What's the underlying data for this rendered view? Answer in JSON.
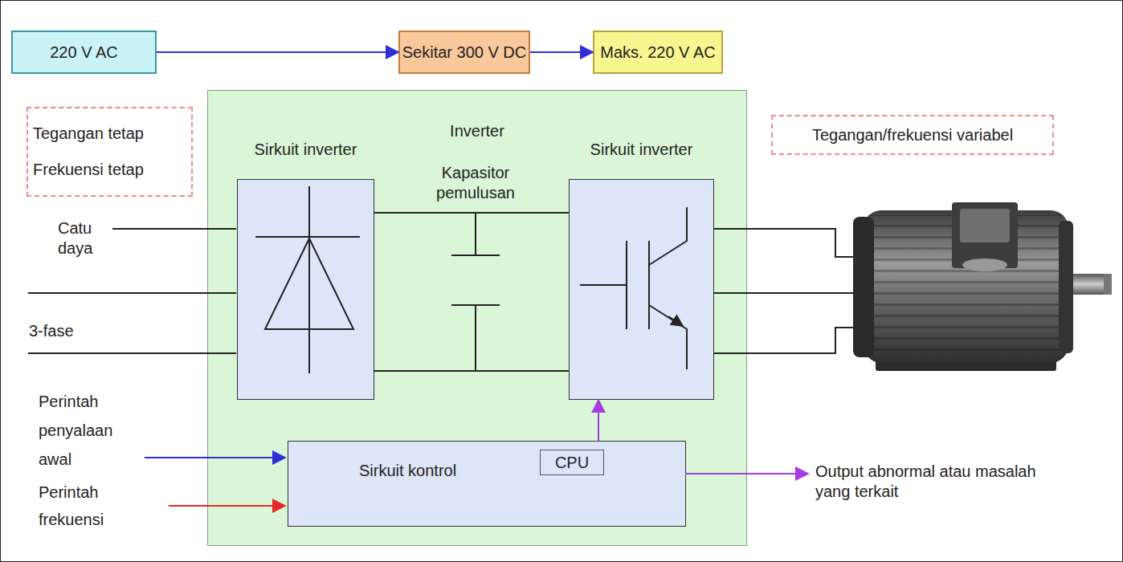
{
  "diagram": {
    "nodes": [
      {
        "text": [
          "220 V AC"
        ]
      },
      {
        "text": [
          "Sekitar 300 V DC"
        ]
      },
      {
        "text": [
          "Maks. 220 V AC"
        ]
      },
      {
        "text": [
          "Tegangan tetap",
          "Frekuensi tetap"
        ]
      },
      {
        "text": [
          "Inverter"
        ]
      },
      {
        "text": [
          "Sirkuit inverter"
        ],
        "in": 4
      },
      {
        "text": [
          "Sirkuit inverter"
        ],
        "in": 4
      },
      {
        "text": [
          "Sirkuit kontrol"
        ],
        "in": 4
      },
      {
        "text": [
          "CPU"
        ],
        "in": 7
      },
      {
        "text": [
          "Tegangan/frekuensi variabel"
        ]
      }
    ],
    "edges": [
      {
        "from": 0,
        "to": 1,
        "arrow": "to"
      },
      {
        "from": 1,
        "to": 2,
        "arrow": "to"
      },
      {
        "from": 5,
        "to": 6,
        "arrow": "none"
      },
      {
        "from": 5,
        "to": 6,
        "arrow": "none"
      },
      {
        "from": 7,
        "to": 6,
        "arrow": "to"
      }
    ],
    "labels": [
      "Kapasitor pemulusan",
      "Catu daya",
      "3-fase",
      "Perintah penyalaan awal",
      "Perintah frekuensi",
      "Output abnormal atau masalah yang terkait"
    ]
  }
}
